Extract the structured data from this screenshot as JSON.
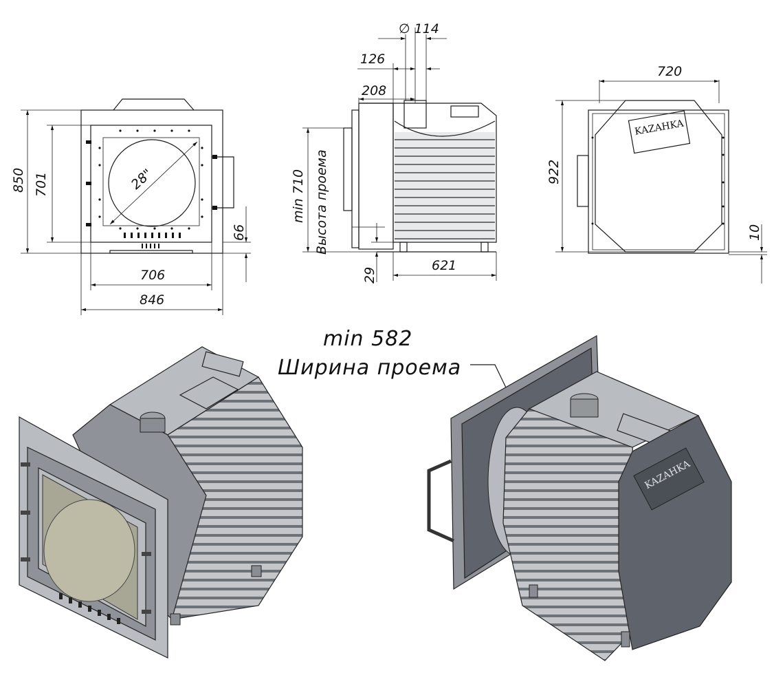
{
  "front_view": {
    "dim_height": "850",
    "dim_door_height": "701",
    "dim_glass_diag": "28\"",
    "dim_bottom": "66",
    "dim_door_width": "706",
    "dim_width": "846"
  },
  "side_view": {
    "dim_flue_diameter": "∅ 114",
    "dim_flue_offset": "126",
    "dim_flue_center": "208",
    "dim_min_height_value": "min 710",
    "dim_min_height_label": "Высота проема",
    "dim_leg": "29",
    "dim_depth": "621"
  },
  "rear_view": {
    "dim_width": "720",
    "dim_height": "922",
    "dim_leg": "10",
    "logo_text": "KAZAHKA"
  },
  "callout": {
    "value": "min 582",
    "label": "Ширина проема"
  },
  "render_right": {
    "logo_text": "KAZAHKA"
  }
}
